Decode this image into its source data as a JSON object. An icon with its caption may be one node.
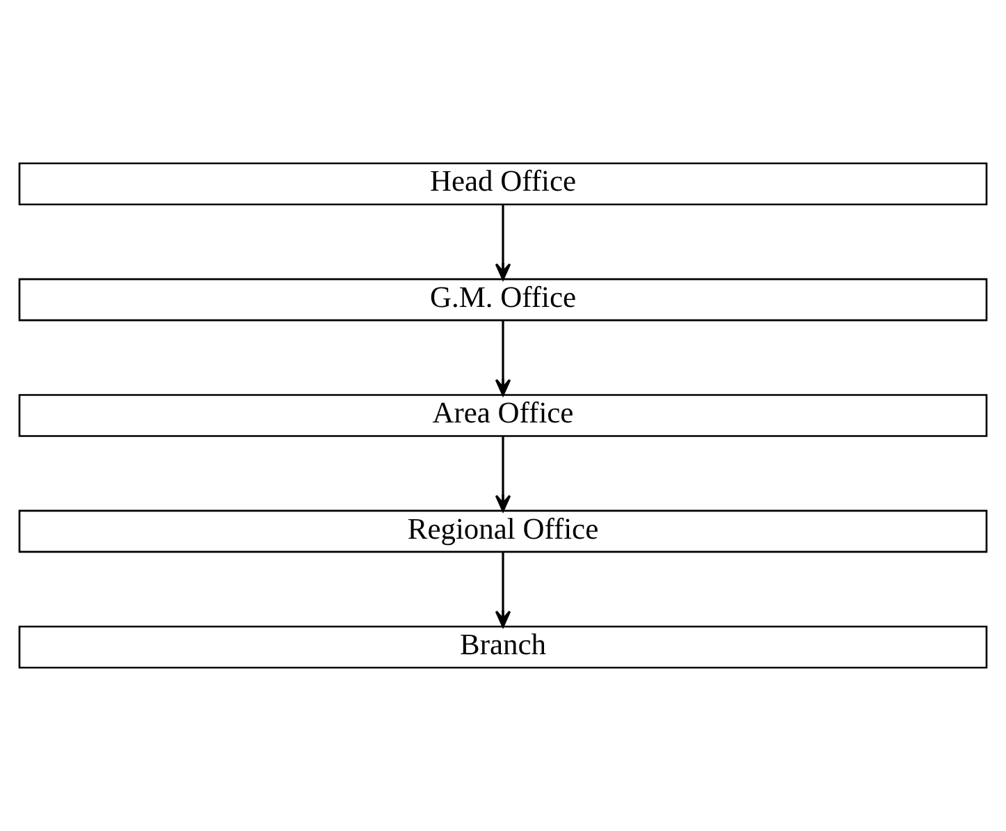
{
  "diagram": {
    "nodes": [
      {
        "text": [
          "Head Office"
        ]
      },
      {
        "text": [
          "G.M. Office"
        ]
      },
      {
        "text": [
          "Area Office"
        ]
      },
      {
        "text": [
          "Regional Office"
        ]
      },
      {
        "text": [
          "Branch"
        ]
      }
    ],
    "edges": [
      {
        "from": 0,
        "to": 1,
        "arrow": "to"
      },
      {
        "from": 1,
        "to": 2,
        "arrow": "to"
      },
      {
        "from": 2,
        "to": 3,
        "arrow": "to"
      },
      {
        "from": 3,
        "to": 4,
        "arrow": "to"
      }
    ]
  }
}
